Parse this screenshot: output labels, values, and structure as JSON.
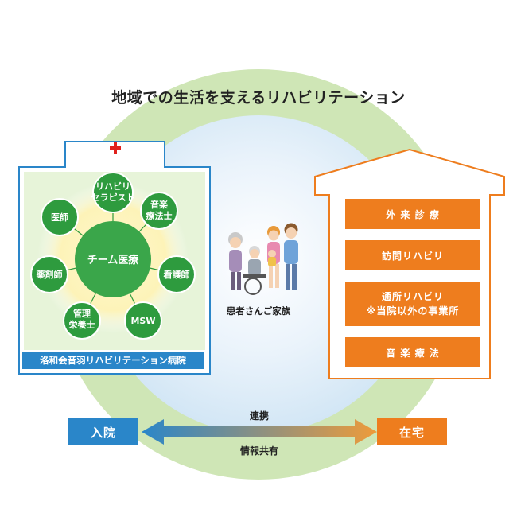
{
  "title": "地域での生活を支えるリハビリテーション",
  "hospital": {
    "name": "洛和会音羽リハビリテーション病院",
    "team_center": "チーム医療",
    "roles": [
      {
        "lines": [
          "リハビリ",
          "セラピスト"
        ]
      },
      {
        "lines": [
          "音楽",
          "療法士"
        ]
      },
      {
        "lines": [
          "看護師"
        ]
      },
      {
        "lines": [
          "MSW"
        ]
      },
      {
        "lines": [
          "管理",
          "栄養士"
        ]
      },
      {
        "lines": [
          "薬剤師"
        ]
      },
      {
        "lines": [
          "医師"
        ]
      }
    ]
  },
  "family_label": "患者さんご家族",
  "home": {
    "services": [
      "外 来 診 療",
      "訪問リハビリ",
      "音 楽 療 法"
    ],
    "tsusho": {
      "line1": "通所リハビリ",
      "line2": "※当院以外の事業所"
    }
  },
  "flow": {
    "left_label": "入院",
    "right_label": "在宅",
    "top_label": "連携",
    "bottom_label": "情報共有"
  },
  "colors": {
    "ring_green": "#cfe6b6",
    "role_green": "#2e9b3e",
    "hospital_blue": "#2a86c9",
    "home_orange": "#ee7d1e",
    "cross_red": "#e0211c"
  }
}
